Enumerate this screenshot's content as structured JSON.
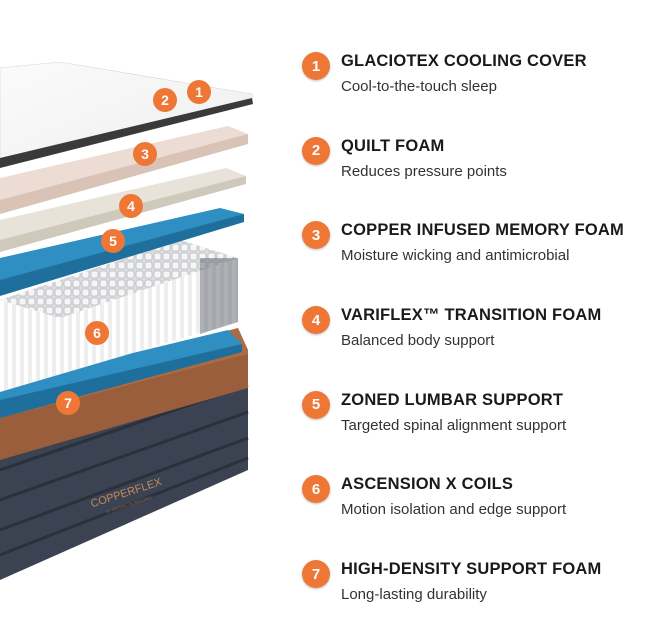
{
  "colors": {
    "badge": "#ee7736",
    "cover": "#f4f4f3",
    "quilt": "#eddcd3",
    "transition": "#e7e3d8",
    "lumbar": "#2f8fc2",
    "coils": "#e9e9ea",
    "support_foam": "#2f8fc2",
    "copper_band": "#9a5e3c",
    "base": "#343b4a"
  },
  "brand": {
    "logo_text": "COPPERFLEX",
    "logo_sub": "BY BROOKLYN BEDDING"
  },
  "layers": [
    {
      "number": "1",
      "title": "GLACIOTEX COOLING COVER",
      "description": "Cool-to-the-touch sleep"
    },
    {
      "number": "2",
      "title": "QUILT FOAM",
      "description": "Reduces pressure points"
    },
    {
      "number": "3",
      "title": "COPPER INFUSED MEMORY FOAM",
      "description": "Moisture wicking and antimicrobial"
    },
    {
      "number": "4",
      "title": "VARIFLEX™ TRANSITION FOAM",
      "description": "Balanced body support"
    },
    {
      "number": "5",
      "title": "ZONED LUMBAR SUPPORT",
      "description": "Targeted spinal alignment support"
    },
    {
      "number": "6",
      "title": "ASCENSION X COILS",
      "description": "Motion isolation and edge support"
    },
    {
      "number": "7",
      "title": "HIGH-DENSITY SUPPORT FOAM",
      "description": "Long-lasting durability"
    }
  ]
}
